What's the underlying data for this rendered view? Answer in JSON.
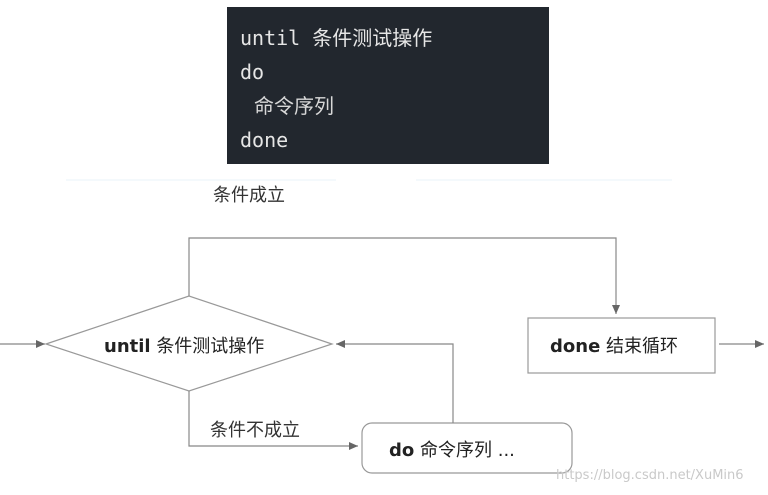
{
  "code": {
    "lines": [
      "until 条件测试操作",
      "do",
      "命令序列",
      "done"
    ]
  },
  "flowchart": {
    "condition_true_label": "条件成立",
    "condition_false_label": "条件不成立",
    "decision": {
      "keyword": "until",
      "text": "条件测试操作"
    },
    "done_box": {
      "keyword": "done",
      "text": "结束循环"
    },
    "do_box": {
      "keyword": "do",
      "text": "命令序列 ..."
    }
  },
  "watermark": "https://blog.csdn.net/XuMin6",
  "colors": {
    "code_bg": "#22272e",
    "code_text": "#e6e6e6",
    "line": "#888888",
    "arrow": "#666666"
  }
}
